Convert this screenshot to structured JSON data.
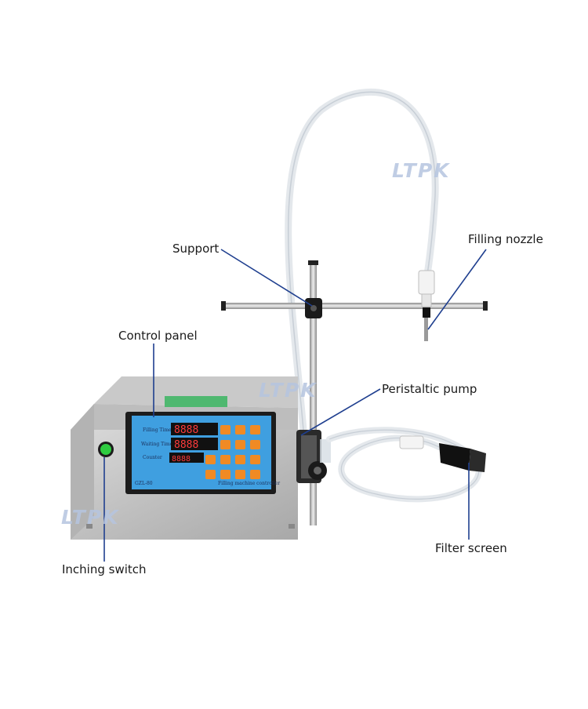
{
  "labels": {
    "support": "Support",
    "filling_nozzle": "Filling nozzle",
    "control_panel": "Control panel",
    "peristaltic_pump": "Peristaltic pump",
    "filter_screen": "Filter screen",
    "inching_switch": "Inching switch"
  },
  "watermark": "LTPK",
  "panel": {
    "filling_time": "Filling Time",
    "waiting_time": "Waiting Time",
    "counter": "Counter",
    "display_value": "8888",
    "model": "GZL-80",
    "caption": "Filling machine controller"
  },
  "colors": {
    "leader_line": "#1f3f8f",
    "panel_blue": "#3f9fe0",
    "key_orange": "#f08a24",
    "switch_green": "#2ecc40"
  }
}
